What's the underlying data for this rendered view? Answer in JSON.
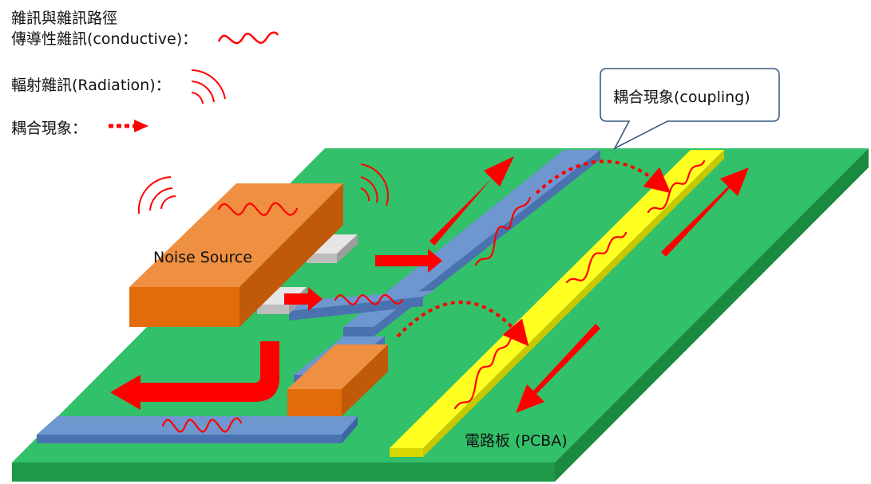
{
  "legend": {
    "title": "雜訊與雜訊路徑",
    "conductive": "傳導性雜訊(conductive)：",
    "radiation": "輻射雜訊(Radiation)：",
    "coupling": "耦合現象："
  },
  "callout": {
    "text": "耦合現象(coupling)"
  },
  "labels": {
    "noise_source": "Noise Source",
    "board": "電路板 (PCBA)"
  },
  "colors": {
    "board_top": "#33c06a",
    "board_side": "#1f9a48",
    "trace_blue": "#6f97cf",
    "trace_blue_side": "#4a72b0",
    "trace_yellow": "#ffff22",
    "trace_yellow_side": "#d8d800",
    "box_top": "#ef8f42",
    "box_front": "#e26b0a",
    "box_side": "#c05a08",
    "noise_red": "#ff0000",
    "arrow_red": "#ff0000"
  }
}
